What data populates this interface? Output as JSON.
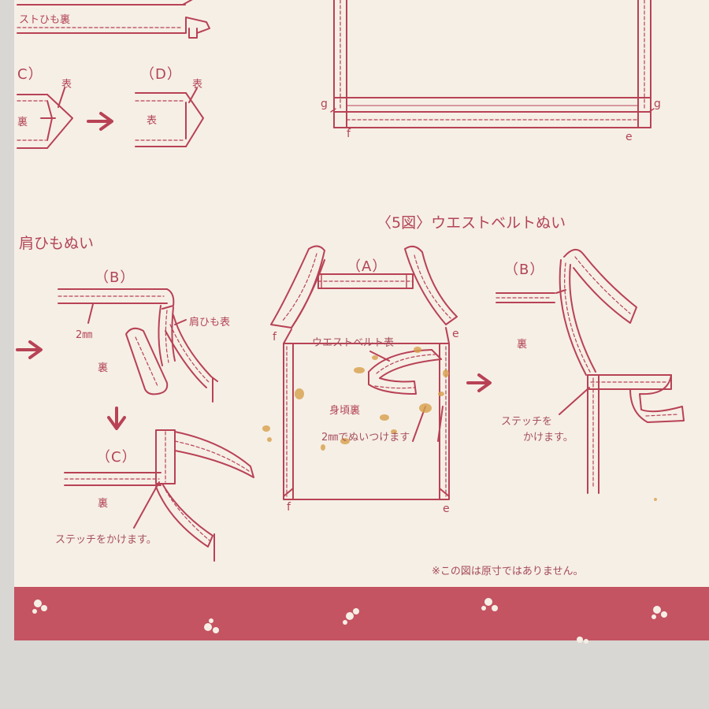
{
  "labels": {
    "top_strap_back": "ストひも裏",
    "top_c": "C）",
    "top_c_front": "表",
    "top_c_back": "裏",
    "top_d": "（D）",
    "top_d_front": "表",
    "top_d_inner": "表",
    "g_left": "g",
    "g_right": "g",
    "f_top": "f",
    "e_top": "e",
    "shoulder_title": "肩ひもぬい",
    "fig5_title": "〈5図〉ウエストベルトぬい",
    "sh_b": "（B）",
    "sh_2mm": "2㎜",
    "sh_strap_front": "肩ひも表",
    "sh_back": "裏",
    "sh_c": "（C）",
    "sh_c_back": "裏",
    "sh_c_stitch": "ステッチをかけます。",
    "a_label": "（A）",
    "a_f_top": "f",
    "a_e_top": "e",
    "a_belt_front": "ウエストベルト表",
    "a_body_back": "身頃裏",
    "a_sew_2mm": "2㎜でぬいつけます",
    "a_f_bottom": "f",
    "a_e_bottom": "e",
    "b_label": "（B）",
    "b_back": "裏",
    "b_stitch_1": "ステッチを",
    "b_stitch_2": "かけます。",
    "footnote": "※この図は原寸ではありません。"
  },
  "colors": {
    "line": "#b84255",
    "paper": "#f6efe6",
    "band": "#c45462",
    "stain": "#d7a04a"
  }
}
